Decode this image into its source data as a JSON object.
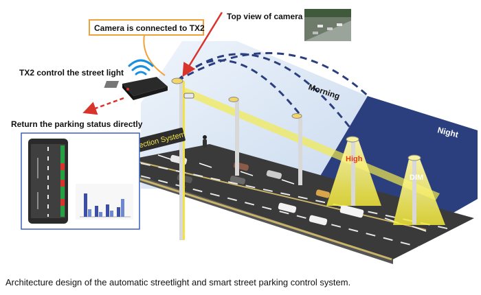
{
  "labels": {
    "camera_connected": "Camera is connected to TX2",
    "top_view": "Top view of camera",
    "tx2_control": "TX2 control the street light",
    "return_status": "Return the parking status directly",
    "morning": "Morning",
    "night": "Night",
    "high": "High",
    "dim": "DIM",
    "parking_system": "Parking Detection System"
  },
  "caption": "Architecture design of the automatic streetlight and smart street parking control system.",
  "colors": {
    "night_sky": "#2b3f7e",
    "morning_sky": "#d9e6f4",
    "light_beam": "#f2ea4f",
    "road": "#3a3a3a",
    "curb": "#c9b46a",
    "callout_border": "#f0a23a",
    "arrow_red": "#d9342b",
    "wifi_blue": "#1a8fe0",
    "high_text": "#e63b1a",
    "badge_bg": "#2d2d2d",
    "badge_text": "#f3e34a"
  }
}
